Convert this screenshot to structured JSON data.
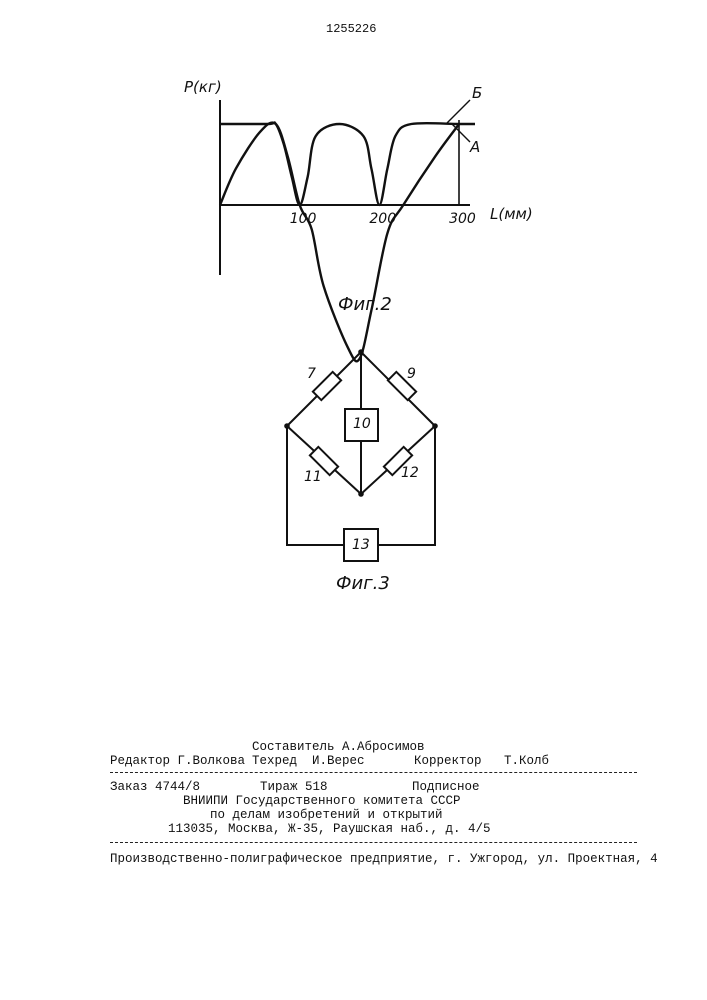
{
  "page": {
    "patent_number": "1255226"
  },
  "fig2": {
    "ylabel": "P(кг)",
    "xlabel": "L(мм)",
    "ticks": [
      "100",
      "200",
      "300"
    ],
    "curve_labels": [
      "Б",
      "А"
    ],
    "caption": "Фиг.2"
  },
  "chart_data": {
    "type": "line",
    "title": "",
    "xlabel": "L(мм)",
    "ylabel": "P(кг)",
    "xlim": [
      0,
      320
    ],
    "x_ticks": [
      100,
      200,
      300
    ],
    "grid": false,
    "series": [
      {
        "name": "Б",
        "x": [
          0,
          60,
          70,
          80,
          90,
          100,
          110,
          120,
          150,
          180,
          190,
          200,
          210,
          220,
          240,
          300,
          320
        ],
        "y": [
          1.0,
          1.0,
          1.0,
          0.75,
          0.35,
          0.0,
          0.35,
          0.85,
          1.0,
          0.85,
          0.45,
          0.0,
          0.45,
          0.85,
          1.0,
          1.0,
          1.0
        ]
      },
      {
        "name": "А",
        "x": [
          0,
          20,
          50,
          70,
          85,
          100,
          115,
          130,
          160,
          175,
          190,
          210,
          230,
          270,
          300
        ],
        "y": [
          0.0,
          0.45,
          0.9,
          1.0,
          0.6,
          0.0,
          -0.3,
          -1.0,
          -1.75,
          -1.9,
          -1.3,
          -0.35,
          0.0,
          0.6,
          1.0
        ]
      }
    ]
  },
  "fig3": {
    "nodes": [
      "7",
      "9",
      "10",
      "11",
      "12",
      "13"
    ],
    "caption": "Фиг.3"
  },
  "footer": {
    "compiler_line": "Составитель А.Абросимов",
    "editor": "Редактор Г.Волкова",
    "techred": "Техред  И.Верес",
    "corrector": "Корректор   Т.Колб",
    "order": "Заказ 4744/8",
    "circulation": "Тираж 518",
    "subscription": "Подписное",
    "org_line1": "ВНИИПИ Государственного комитета СССР",
    "org_line2": "по делам изобретений и открытий",
    "org_line3": "113035, Москва, Ж-35, Раушская наб., д. 4/5",
    "printer": "Производственно-полиграфическое предприятие, г. Ужгород, ул. Проектная, 4"
  }
}
